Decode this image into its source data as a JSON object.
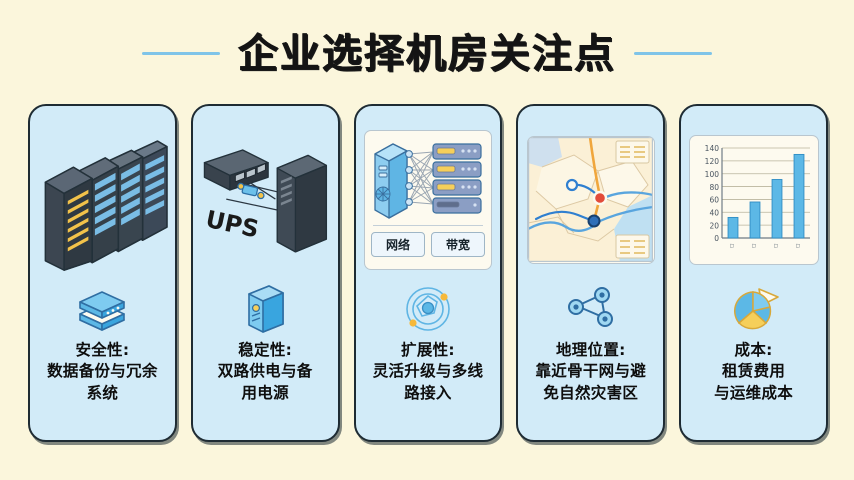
{
  "header": {
    "title": "企业选择机房关注点",
    "rule_color": "#7fc4e8"
  },
  "theme": {
    "page_background": "#fbf6dc",
    "card_background": "#d2ebf8",
    "card_border": "#1e2b33",
    "accent_blue": "#4fb3e8",
    "accent_yellow": "#f6cf5a"
  },
  "cards": [
    {
      "id": "security",
      "illustration": "server-racks",
      "badge_icon": "database-layers-icon",
      "caption_lines": [
        "安全性:",
        "数据备份与冗余",
        "系统"
      ]
    },
    {
      "id": "stability",
      "illustration": "ups-switch-server",
      "illustration_label": "UPS",
      "badge_icon": "server-tower-icon",
      "caption_lines": [
        "稳定性:",
        "双路供电与备",
        "用电源"
      ]
    },
    {
      "id": "scalability",
      "illustration": "network-topology-panel",
      "tags": [
        "网络",
        "带宽"
      ],
      "badge_icon": "orbit-node-icon",
      "caption_lines": [
        "扩展性:",
        "灵活升级与多线",
        "路接入"
      ]
    },
    {
      "id": "location",
      "illustration": "map-panel",
      "badge_icon": "network-nodes-icon",
      "caption_lines": [
        "地理位置:",
        "靠近骨干网与避",
        "免自然灾害区"
      ]
    },
    {
      "id": "cost",
      "illustration": "bar-chart-panel",
      "badge_icon": "pie-chart-icon",
      "caption_lines": [
        "成本:",
        "租赁费用",
        "与运维成本"
      ]
    }
  ],
  "chart_data": {
    "type": "bar",
    "title": "",
    "xlabel": "",
    "ylabel": "",
    "categories": [
      "",
      "",
      "",
      ""
    ],
    "values": [
      32,
      56,
      91,
      130
    ],
    "ytick_labels": [
      "0",
      "20",
      "40",
      "60",
      "80",
      "100",
      "120",
      "140"
    ],
    "yticks": [
      0,
      20,
      40,
      60,
      80,
      100,
      120,
      140
    ],
    "ylim": [
      0,
      140
    ],
    "grid": true,
    "legend": "none",
    "bar_color": "#5cb8e6"
  }
}
